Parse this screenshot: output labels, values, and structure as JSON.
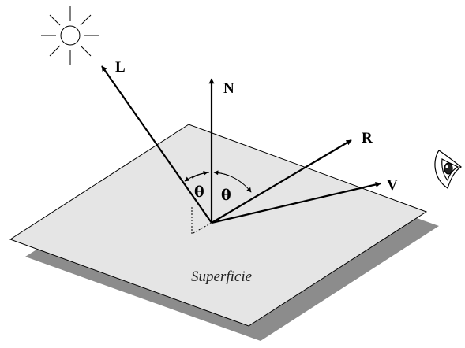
{
  "diagram": {
    "surface_label": "Superficie",
    "vectors": {
      "light": "L",
      "normal": "N",
      "reflected": "R",
      "view": "V"
    },
    "angle_incidence": "θ",
    "angle_reflection": "θ",
    "icons": [
      "sun-icon",
      "eye-icon"
    ]
  },
  "colors": {
    "surface": "#e5e5e5",
    "shadow": "#8c8c8c",
    "stroke": "#000000"
  }
}
